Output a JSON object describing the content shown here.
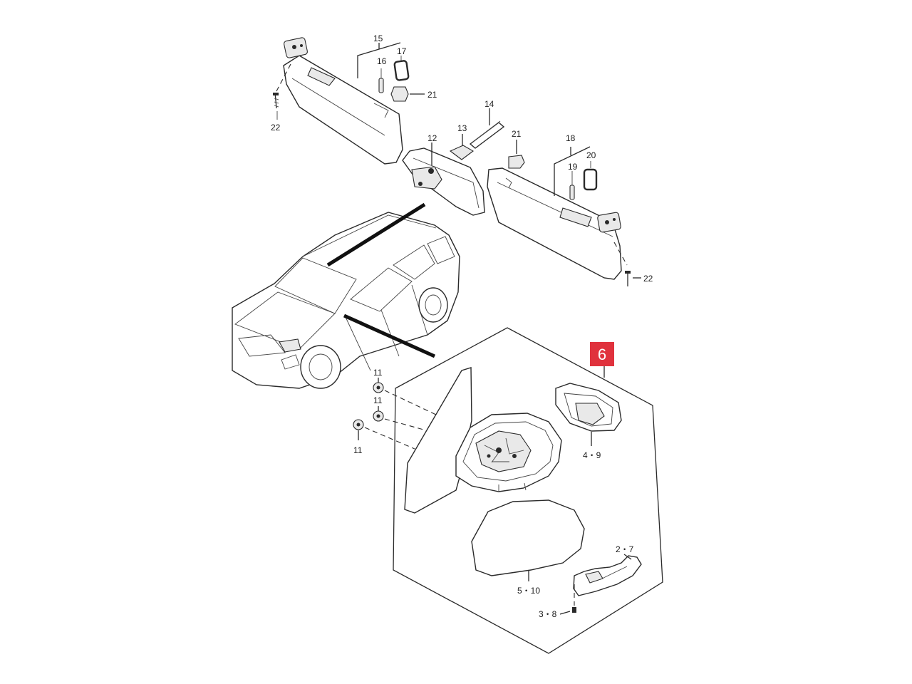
{
  "badge": {
    "label": "6",
    "color": "#e0323d"
  },
  "callouts": {
    "c15": "15",
    "c16": "16",
    "c17": "17",
    "c21a": "21",
    "c22a": "22",
    "c12": "12",
    "c13": "13",
    "c14": "14",
    "c21b": "21",
    "c18": "18",
    "c19": "19",
    "c20": "20",
    "c22b": "22",
    "c11a": "11",
    "c11b": "11",
    "c11c": "11",
    "c49": "4・9",
    "c27": "2・7",
    "c510": "5・10",
    "c38": "3・8"
  }
}
